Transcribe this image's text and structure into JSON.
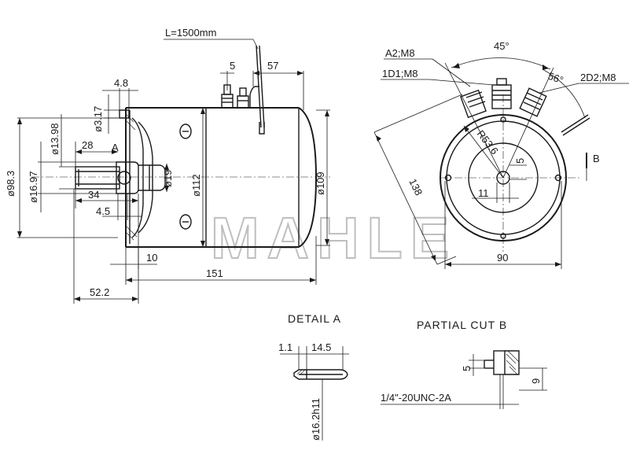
{
  "watermark": "MAHLE",
  "side_view": {
    "cable": "L=1500mm",
    "dims": {
      "d5": "5",
      "d57": "57",
      "d4_8": "4.8",
      "d3_17": "ø3.17",
      "d13_98": "ø13.98",
      "d28": "28",
      "d98_3": "ø98.3",
      "d16_97": "ø16.97",
      "d34": "34",
      "d4_5": "4.5",
      "d19": "ø19",
      "d112": "ø112",
      "d109": "ø109",
      "d10": "10",
      "d151": "151",
      "d52_2": "52.2"
    },
    "label_a": "A"
  },
  "end_view": {
    "terminals": {
      "a2": "A2;M8",
      "d1": "1D1;M8",
      "d2": "2D2;M8"
    },
    "dims": {
      "angle45": "45°",
      "angle56": "56°",
      "r53_6": "R53.6",
      "d5": "5",
      "d11": "11",
      "d138": "138",
      "d90": "90"
    },
    "label_b": "B"
  },
  "detail_a": {
    "title": "DETAIL A",
    "dims": {
      "d1_1": "1.1",
      "d14_5": "14.5",
      "d16_2": "ø16.2h11"
    }
  },
  "partial_cut_b": {
    "title": "PARTIAL CUT B",
    "dims": {
      "d5": "5",
      "d9": "9",
      "thread": "1/4\"-20UNC-2A"
    }
  }
}
